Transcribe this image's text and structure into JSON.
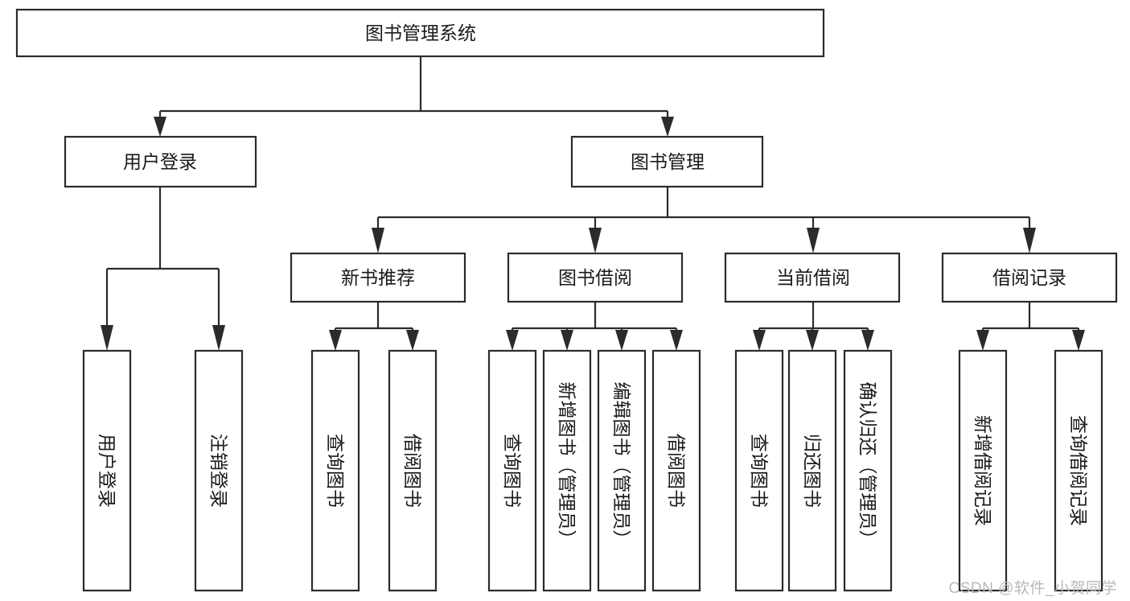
{
  "diagram": {
    "type": "tree-hierarchy-chart",
    "title": "图书管理系统",
    "orientation": "top-down",
    "colors": {
      "box_stroke": "#2b2b2b",
      "box_fill": "#ffffff",
      "connector": "#2b2b2b",
      "label": "#1a1a1a",
      "background": "#ffffff",
      "watermark": "#b9b9b9"
    },
    "levels": [
      {
        "level": 1,
        "nodes": [
          {
            "id": "root",
            "label": "图书管理系统",
            "text_orientation": "horizontal"
          }
        ]
      },
      {
        "level": 2,
        "nodes": [
          {
            "id": "user-login",
            "label": "用户登录",
            "text_orientation": "horizontal",
            "parent": "root"
          },
          {
            "id": "book-mgmt",
            "label": "图书管理",
            "text_orientation": "horizontal",
            "parent": "root"
          }
        ]
      },
      {
        "level": 3,
        "nodes": [
          {
            "id": "new-book-rec",
            "label": "新书推荐",
            "text_orientation": "horizontal",
            "parent": "book-mgmt"
          },
          {
            "id": "book-borrow",
            "label": "图书借阅",
            "text_orientation": "horizontal",
            "parent": "book-mgmt"
          },
          {
            "id": "current-borrow",
            "label": "当前借阅",
            "text_orientation": "horizontal",
            "parent": "book-mgmt"
          },
          {
            "id": "borrow-record",
            "label": "借阅记录",
            "text_orientation": "horizontal",
            "parent": "book-mgmt"
          }
        ]
      },
      {
        "level": 4,
        "nodes": [
          {
            "id": "leaf-user-login",
            "label": "用户登录",
            "text_orientation": "vertical",
            "parent": "user-login"
          },
          {
            "id": "leaf-logout",
            "label": "注销登录",
            "text_orientation": "vertical",
            "parent": "user-login"
          },
          {
            "id": "leaf-query-book-1",
            "label": "查询图书",
            "text_orientation": "vertical",
            "parent": "new-book-rec"
          },
          {
            "id": "leaf-borrow-book-1",
            "label": "借阅图书",
            "text_orientation": "vertical",
            "parent": "new-book-rec"
          },
          {
            "id": "leaf-query-book-2",
            "label": "查询图书",
            "text_orientation": "vertical",
            "parent": "book-borrow"
          },
          {
            "id": "leaf-add-book",
            "label": "新增图书（管理员）",
            "text_orientation": "vertical",
            "parent": "book-borrow"
          },
          {
            "id": "leaf-edit-book",
            "label": "编辑图书（管理员）",
            "text_orientation": "vertical",
            "parent": "book-borrow"
          },
          {
            "id": "leaf-borrow-book-2",
            "label": "借阅图书",
            "text_orientation": "vertical",
            "parent": "book-borrow"
          },
          {
            "id": "leaf-query-book-3",
            "label": "查询图书",
            "text_orientation": "vertical",
            "parent": "current-borrow"
          },
          {
            "id": "leaf-return-book",
            "label": "归还图书",
            "text_orientation": "vertical",
            "parent": "current-borrow"
          },
          {
            "id": "leaf-confirm-return",
            "label": "确认归还（管理员）",
            "text_orientation": "vertical",
            "parent": "current-borrow"
          },
          {
            "id": "leaf-add-record",
            "label": "新增借阅记录",
            "text_orientation": "vertical",
            "parent": "borrow-record"
          },
          {
            "id": "leaf-query-record",
            "label": "查询借阅记录",
            "text_orientation": "vertical",
            "parent": "borrow-record"
          }
        ]
      }
    ]
  },
  "watermark": {
    "text": "CSDN @软件_小贺同学"
  }
}
